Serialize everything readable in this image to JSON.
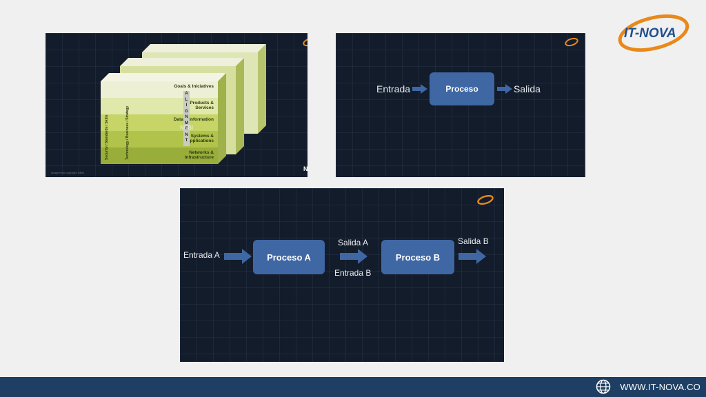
{
  "slide_logo": {
    "text": "IT-NOVA"
  },
  "panel_stack": {
    "layers": [
      {
        "label": "Goals & Iniciatives"
      },
      {
        "label": "Products & Services"
      },
      {
        "label": "Data & Information"
      },
      {
        "label": "Systems & Applications"
      },
      {
        "label": "Networks & Infrastructure"
      }
    ],
    "vertical_left": "Security / Standards / Skills",
    "vertical_right": "Technology / Business / Strategy",
    "alignment_letters": [
      "A",
      "L",
      "I",
      "G",
      "N",
      "M",
      "E",
      "N",
      "T"
    ],
    "brand": "NEBI",
    "caption": "Image from copyright NEBI"
  },
  "panel_simple": {
    "input_label": "Entrada",
    "process_label": "Proceso",
    "output_label": "Salida"
  },
  "panel_chain": {
    "input_a": "Entrada A",
    "process_a": "Proceso A",
    "output_a": "Salida A",
    "input_b": "Entrada B",
    "process_b": "Proceso B",
    "output_b": "Salida B"
  },
  "colors": {
    "panel_bg": "#131c2b",
    "process_box": "#3f67a3",
    "footer_bg": "#1e3f63",
    "logo_orange": "#e8891b",
    "logo_blue": "#1f4e8c"
  },
  "footer": {
    "url": "WWW.IT-NOVA.CO"
  }
}
